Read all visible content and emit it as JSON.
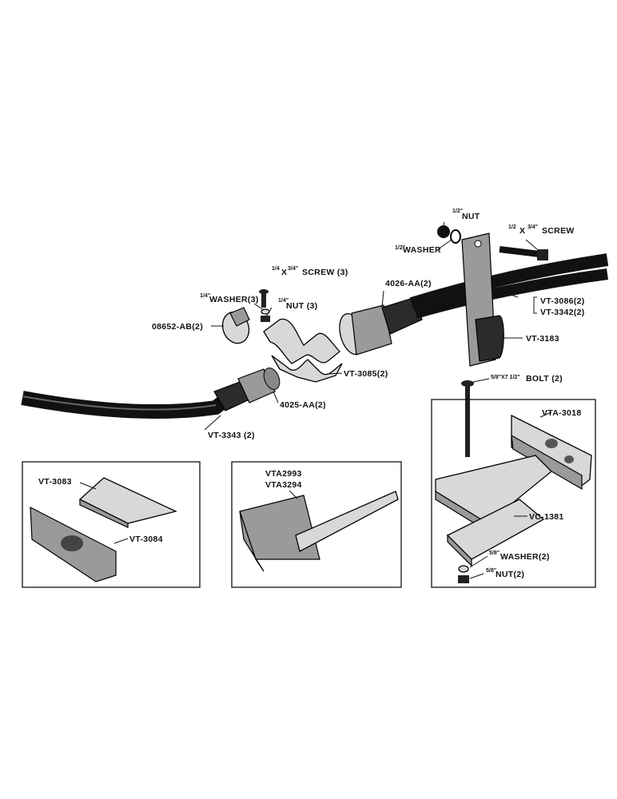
{
  "labels": {
    "nut_half": "NUT",
    "nut_half_frac": "1/2\"",
    "screw_half": "X",
    "screw_half_frac1": "1/2",
    "screw_half_frac2": "3/4\"",
    "screw_half_word": "SCREW",
    "washer_half": "WASHER",
    "washer_half_frac": "1/2\"",
    "screw_quarter_word": "SCREW (3)",
    "screw_quarter_frac1": "1/4",
    "screw_quarter_x": "X",
    "screw_quarter_frac2": "3/4\"",
    "washer_quarter": "WASHER(3)",
    "washer_quarter_frac": "1/4\"",
    "nut_quarter": "NUT (3)",
    "nut_quarter_frac": "1/4\"",
    "plug": "08652-AB(2)",
    "coupling_female": "4026-AA(2)",
    "hose_right_a": "VT-3086(2)",
    "hose_right_b": "VT-3342(2)",
    "bracket_arm": "VT-3183",
    "bolt": "BOLT (2)",
    "bolt_frac": "5/8\"X7 1/2\"",
    "clamp": "VT-3085(2)",
    "coupling_male": "4025-AA(2)",
    "hose_left": "VT-3343 (2)",
    "base_vta": "VTA-3018",
    "plate_vc": "VC-1381",
    "washer_58": "WASHER(2)",
    "washer_58_frac": "5/8\"",
    "nut_58": "NUT(2)",
    "nut_58_frac": "5/8\"",
    "box1_a": "VT-3083",
    "box1_b": "VT-3084",
    "box2_a": "VTA2993",
    "box2_b": "VTA3294"
  }
}
